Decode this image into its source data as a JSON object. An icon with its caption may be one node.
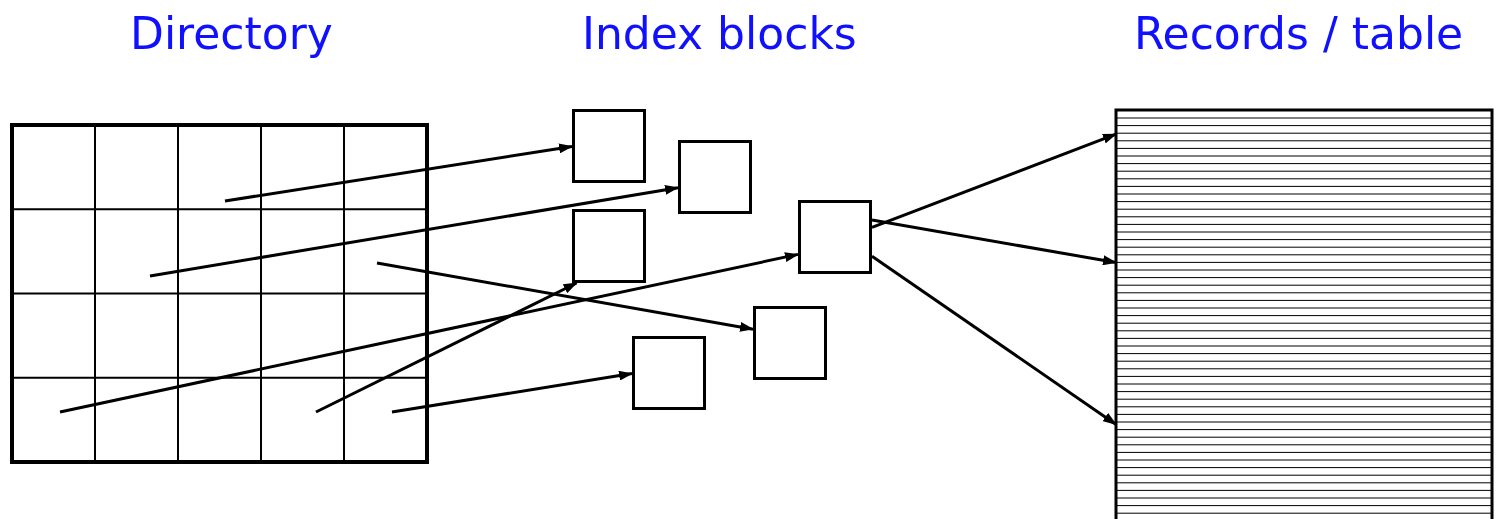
{
  "diagram": {
    "nodes": [
      {
        "text": [
          "Directory"
        ]
      },
      {
        "text": [],
        "shape": "box"
      },
      {
        "text": [],
        "shape": "box"
      },
      {
        "text": [],
        "shape": "box"
      },
      {
        "text": [],
        "shape": "box"
      },
      {
        "text": [],
        "shape": "box"
      },
      {
        "text": [],
        "shape": "box"
      },
      {
        "text": [
          "Records / table"
        ]
      }
    ],
    "edges": [
      {
        "from": 0,
        "to": 1,
        "arrow": "to"
      },
      {
        "from": 0,
        "to": 2,
        "arrow": "to"
      },
      {
        "from": 0,
        "to": 5,
        "arrow": "to"
      },
      {
        "from": 0,
        "to": 4,
        "arrow": "to"
      },
      {
        "from": 0,
        "to": 3,
        "arrow": "to"
      },
      {
        "from": 0,
        "to": 6,
        "arrow": "to"
      },
      {
        "from": 4,
        "to": 7,
        "arrow": "to"
      },
      {
        "from": 4,
        "to": 7,
        "arrow": "to"
      },
      {
        "from": 4,
        "to": 7,
        "arrow": "to"
      }
    ],
    "labels": [
      "Index blocks"
    ]
  }
}
